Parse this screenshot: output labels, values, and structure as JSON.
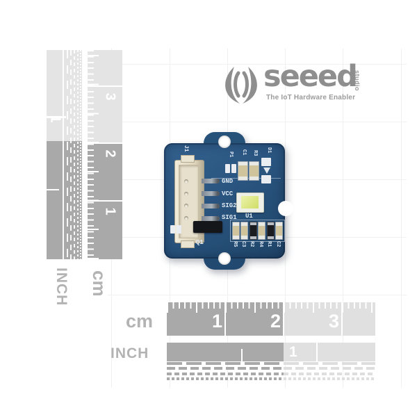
{
  "logo": {
    "brand": "seeed",
    "brand_sub": "studio",
    "tagline": "The IoT Hardware Enabler",
    "icon": "seeed-lotus-icon"
  },
  "board": {
    "description": "Grove sensor module PCB",
    "connector": {
      "ref": "J1",
      "pins": [
        "GND",
        "VCC",
        "SIG2",
        "SIG1"
      ]
    },
    "top_components": [
      "P1",
      "C1",
      "R3",
      "D1"
    ],
    "sensor_ref": "U1",
    "transistor_ref": "Q1",
    "bottom_components": [
      "R5",
      "C3",
      "R2",
      "R4",
      "R1",
      "C2"
    ]
  },
  "rulers": {
    "left_inch": {
      "unit": "INCH",
      "marks": [
        "1"
      ]
    },
    "left_cm": {
      "unit": "cm",
      "marks": [
        "3",
        "2",
        "1"
      ]
    },
    "bottom_cm": {
      "unit": "cm",
      "marks": [
        "1",
        "2",
        "3"
      ]
    },
    "bottom_inch": {
      "unit": "INCH",
      "marks": [
        "1"
      ]
    }
  },
  "colors": {
    "pcb_blue": "#2a5580",
    "pcb_edge": "#1c3e63",
    "silkscreen_white": "#e6eef6",
    "connector_beige": "#e8e2d0",
    "sensor_yellow_green": "#d9e87c",
    "ruler_dark_gray": "#a9a9a9",
    "ruler_light_gray": "#e3e3e3",
    "unit_label_gray": "#b3b3b3",
    "logo_gray": "#8e8e8e",
    "background": "#ffffff"
  }
}
